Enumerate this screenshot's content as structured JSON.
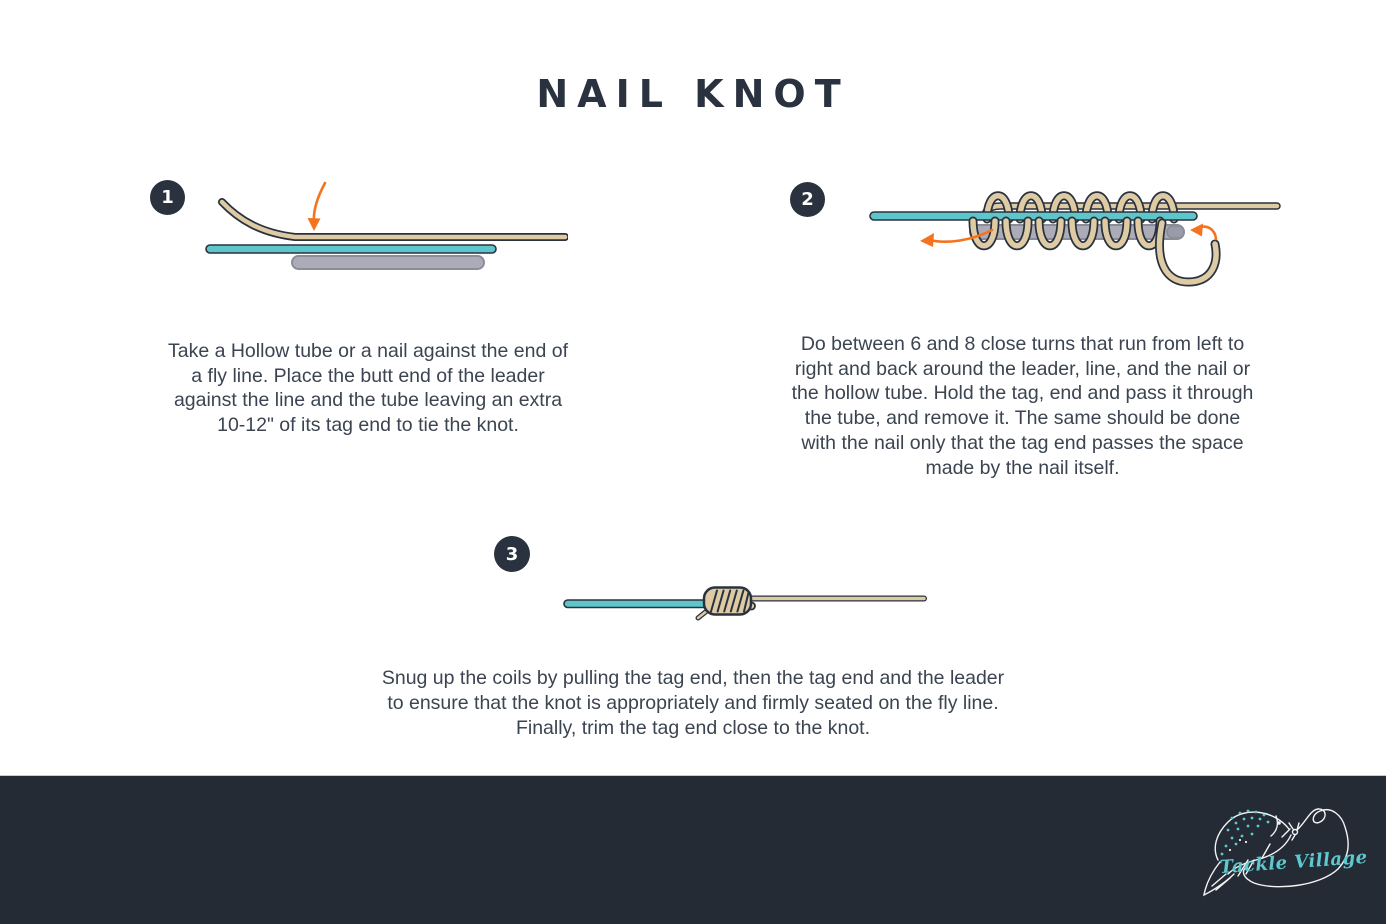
{
  "title": "NAIL KNOT",
  "steps": [
    {
      "number": "1",
      "illustration": "tube-against-fly-line",
      "lines": [
        "Take a Hollow tube or a nail against the end of",
        "a fly line. Place the butt end of the leader",
        "against the line and the tube leaving an extra",
        "10-12\" of its tag end to tie the knot."
      ]
    },
    {
      "number": "2",
      "illustration": "six-to-eight-turns-around-leader-line-and-tube",
      "lines": [
        "Do between 6 and 8 close turns that run from left to",
        "right and back around the leader, line, and the nail or",
        "the hollow tube. Hold the tag, end and pass it through",
        "the tube, and remove it. The same should be done",
        "with the nail only that the tag end passes the space",
        "made by the nail itself."
      ]
    },
    {
      "number": "3",
      "illustration": "snugged-nail-knot",
      "lines": [
        "Snug up the coils by pulling the tag end, then the tag end and the leader",
        "to ensure that the knot is appropriately and firmly seated on the fly line.",
        "Finally, trim the tag end close to the knot."
      ]
    }
  ],
  "footer": {
    "brand": "Tackle Village"
  },
  "colors": {
    "ink": "#29323e",
    "text": "#3b4450",
    "teal": "#5ec5ca",
    "tan": "#decaa3",
    "tube_gray": "#abacb8",
    "tube_gray_dark": "#8b8c98",
    "orange": "#f5731e",
    "footer_bg": "#252b35",
    "logo_teal": "#5cc8cf",
    "background": "#ffffff"
  }
}
